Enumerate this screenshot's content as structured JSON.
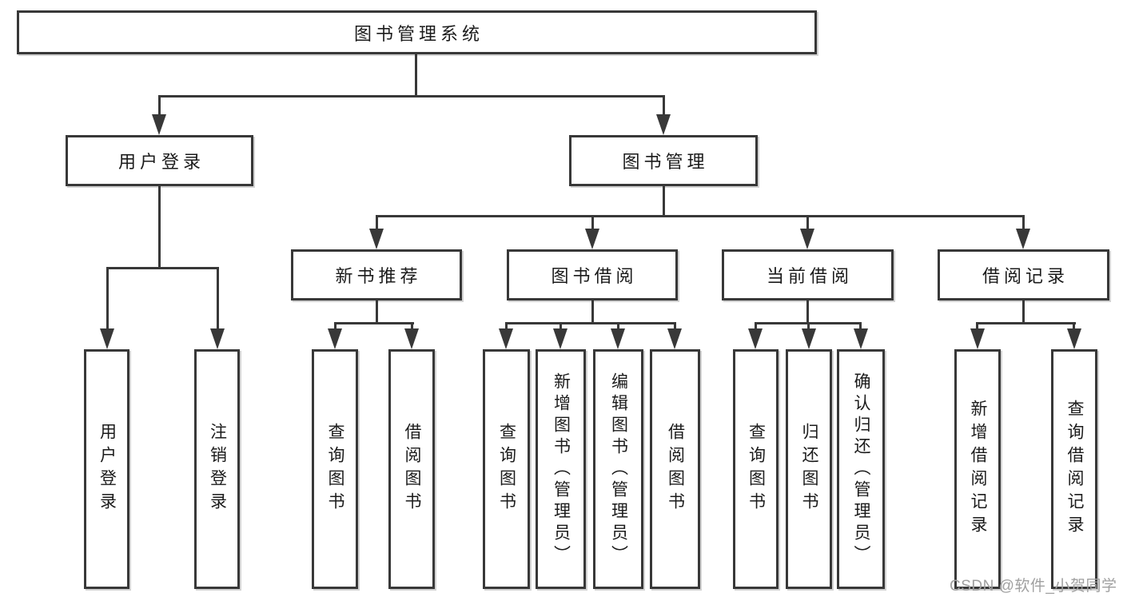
{
  "diagram": {
    "watermark": "CSDN @软件_小贺同学",
    "colors": {
      "background": "#ffffff",
      "line": "#383838",
      "box_border": "#383838",
      "text": "#1b1b1b",
      "watermark": "#a0a0a0"
    },
    "nodes": {
      "root": {
        "label": "图书管理系统"
      },
      "user_login": {
        "label": "用户登录"
      },
      "book_mgmt": {
        "label": "图书管理"
      },
      "new_book_rec": {
        "label": "新书推荐"
      },
      "book_borrow": {
        "label": "图书借阅"
      },
      "current_borrow": {
        "label": "当前借阅"
      },
      "borrow_record": {
        "label": "借阅记录"
      },
      "leaf_user_login": {
        "label": "用户登录"
      },
      "leaf_logout": {
        "label": "注销登录"
      },
      "leaf_rec_query_book": {
        "label": "查询图书"
      },
      "leaf_rec_borrow_book": {
        "label": "借阅图书"
      },
      "leaf_bb_query_book": {
        "label": "查询图书"
      },
      "leaf_bb_add_book": {
        "label": "新增图书（管理员）"
      },
      "leaf_bb_edit_book": {
        "label": "编辑图书（管理员）"
      },
      "leaf_bb_borrow_book": {
        "label": "借阅图书"
      },
      "leaf_cb_query_book": {
        "label": "查询图书"
      },
      "leaf_cb_return_book": {
        "label": "归还图书"
      },
      "leaf_cb_confirm_return": {
        "label": "确认归还（管理员）"
      },
      "leaf_br_add_record": {
        "label": "新增借阅记录"
      },
      "leaf_br_query_record": {
        "label": "查询借阅记录"
      }
    }
  }
}
